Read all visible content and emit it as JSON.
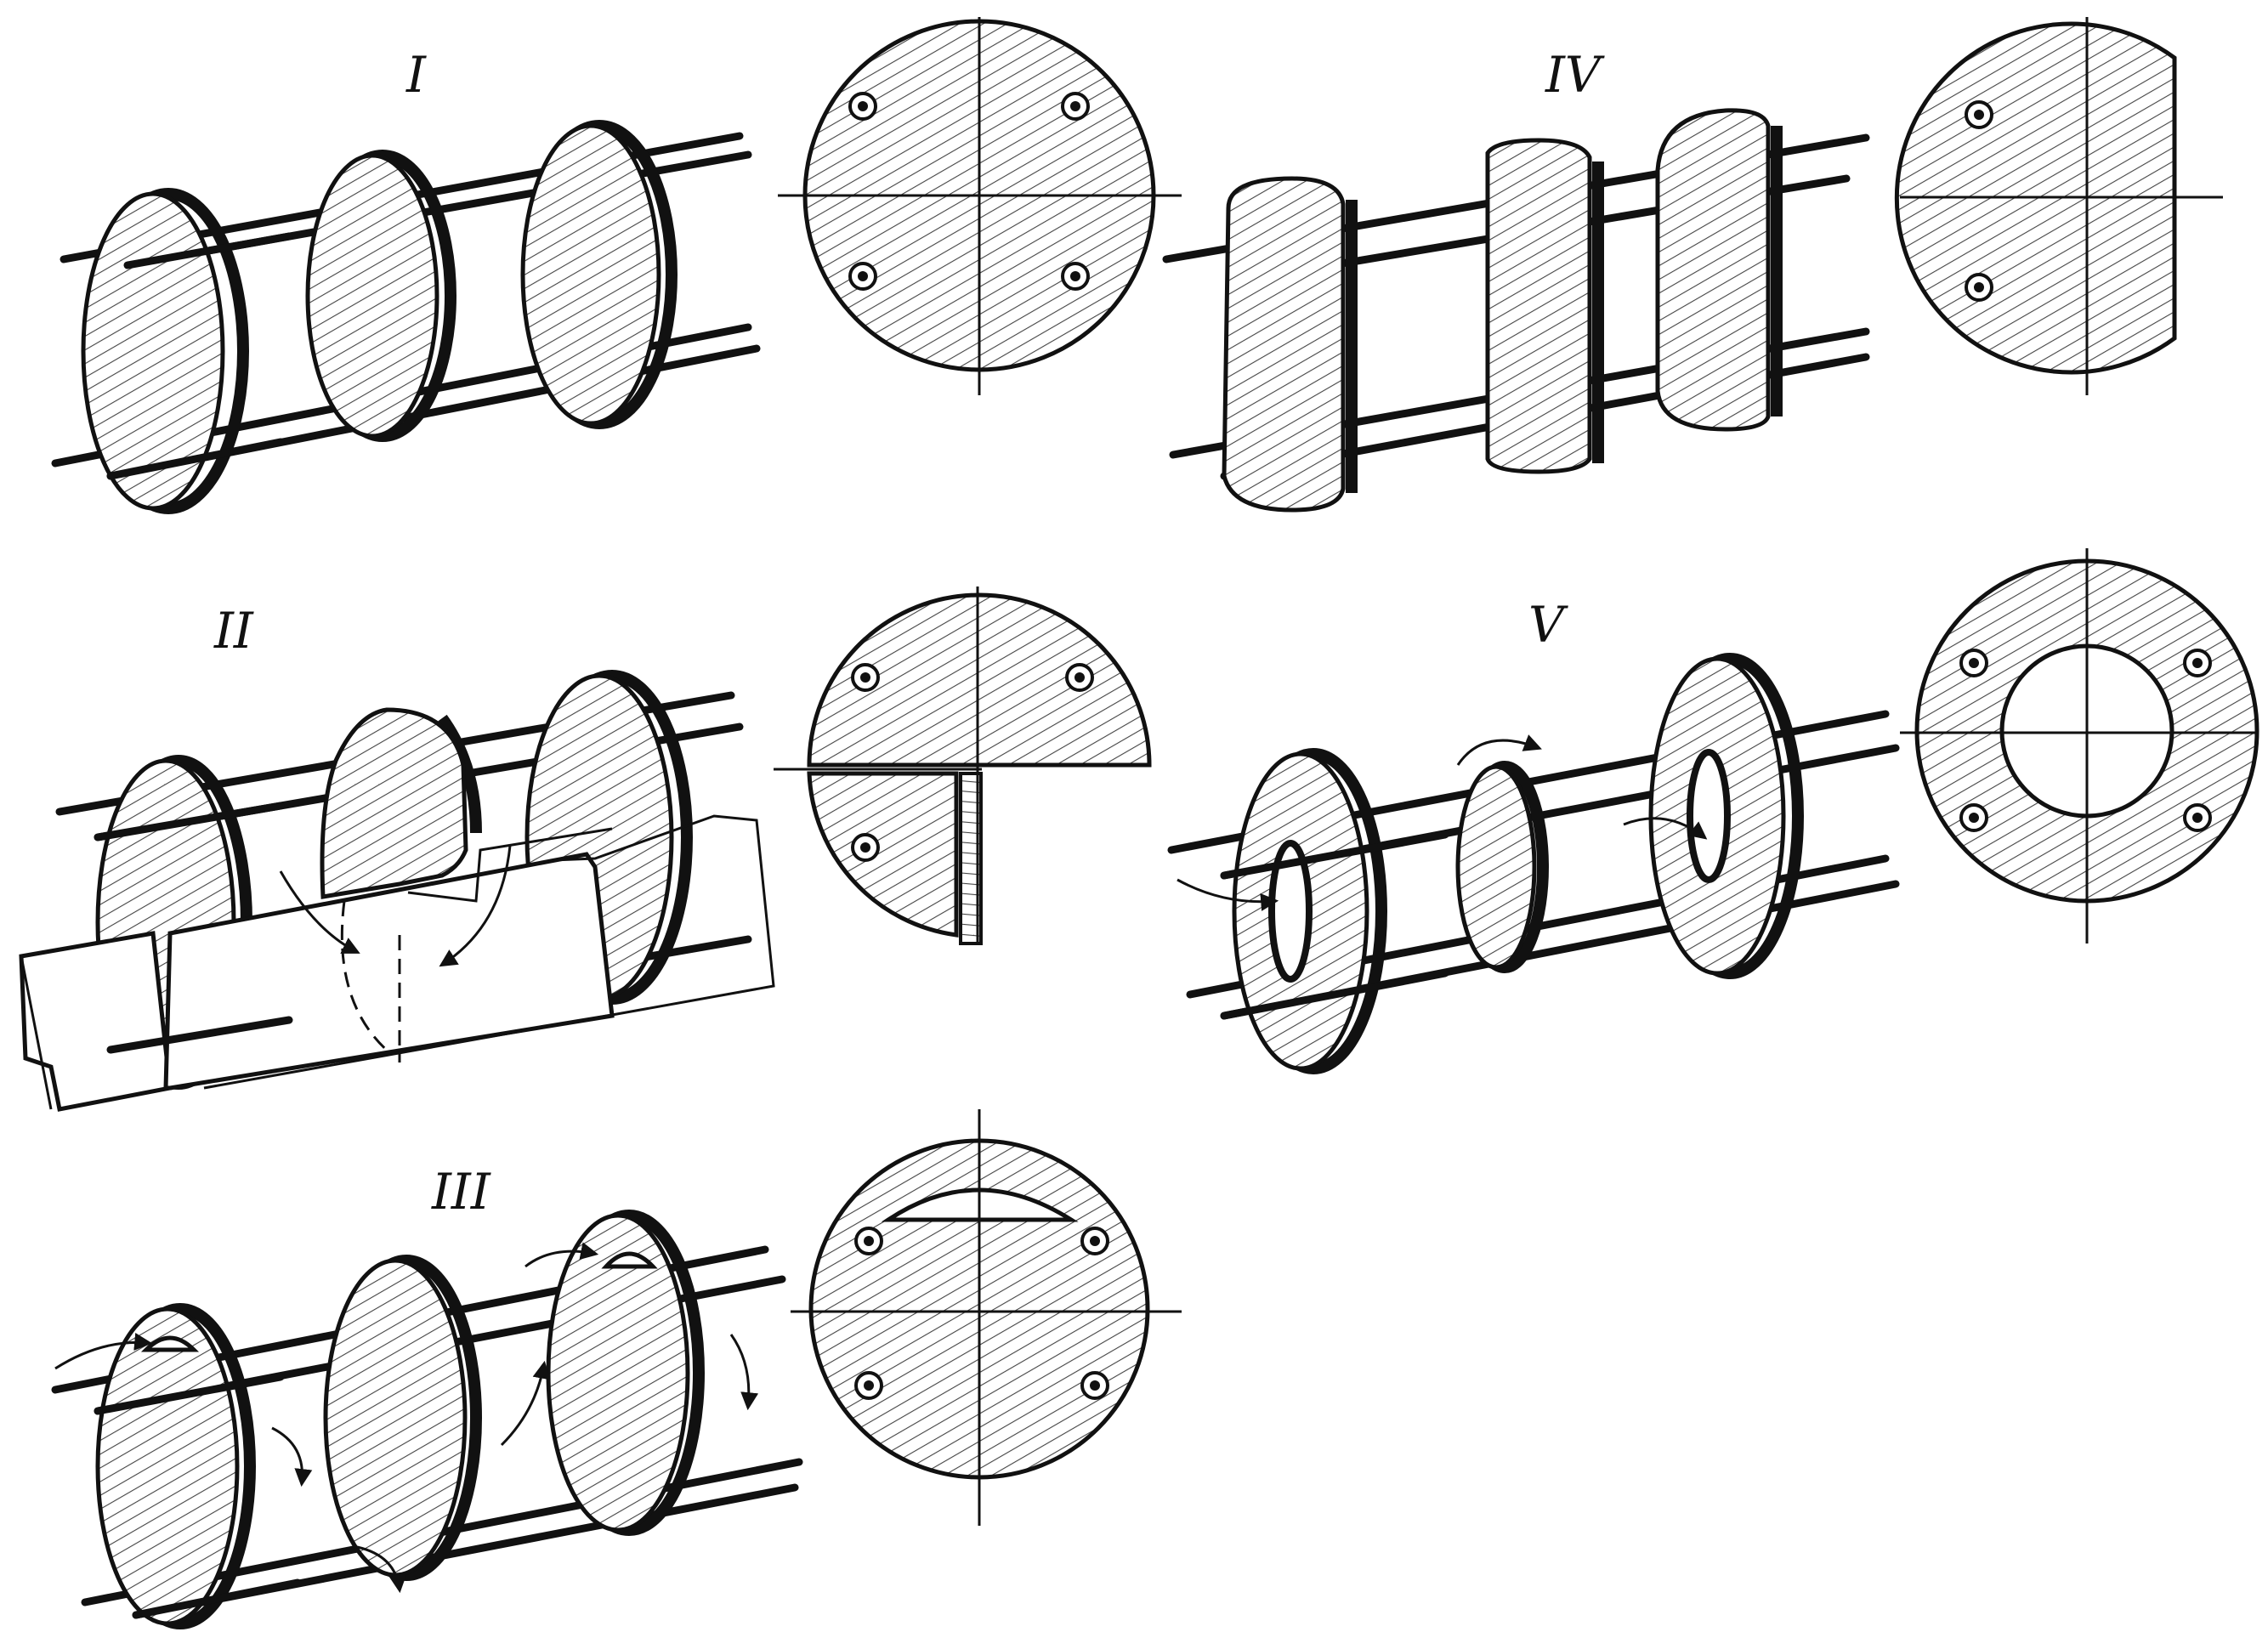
{
  "panels": [
    {
      "id": "I",
      "label": "I"
    },
    {
      "id": "II",
      "label": "II"
    },
    {
      "id": "III",
      "label": "III"
    },
    {
      "id": "IV",
      "label": "IV"
    },
    {
      "id": "V",
      "label": "V"
    }
  ],
  "colors": {
    "ink": "#111111",
    "paper": "#ffffff"
  }
}
